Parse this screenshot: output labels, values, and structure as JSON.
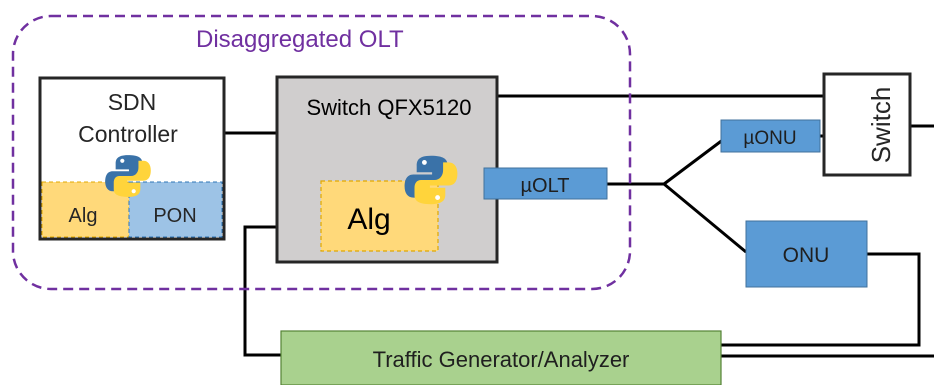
{
  "group": {
    "label": "Disaggregated OLT",
    "color": "#7030a0"
  },
  "sdn_controller": {
    "title_line1": "SDN",
    "title_line2": "Controller",
    "alg_label": "Alg",
    "pon_label": "PON"
  },
  "switch_qfx": {
    "title": "Switch QFX5120",
    "alg_label": "Alg"
  },
  "uolt": {
    "label": "µOLT"
  },
  "uonu": {
    "label": "µONU"
  },
  "onu": {
    "label": "ONU"
  },
  "switch_right": {
    "label": "Switch"
  },
  "traffic": {
    "label": "Traffic Generator/Analyzer"
  },
  "icons": {
    "sdn_controller": "python-logo-icon",
    "switch_qfx": "python-logo-icon"
  },
  "colors": {
    "blue_box": "#5b9bd5",
    "alg_fill": "#ffd97a",
    "pon_fill": "#9dc3e6",
    "switch_fill": "#d0cece",
    "traffic_fill": "#a9d18e",
    "python_blue": "#3a72a8",
    "python_yellow": "#ffd43b"
  }
}
